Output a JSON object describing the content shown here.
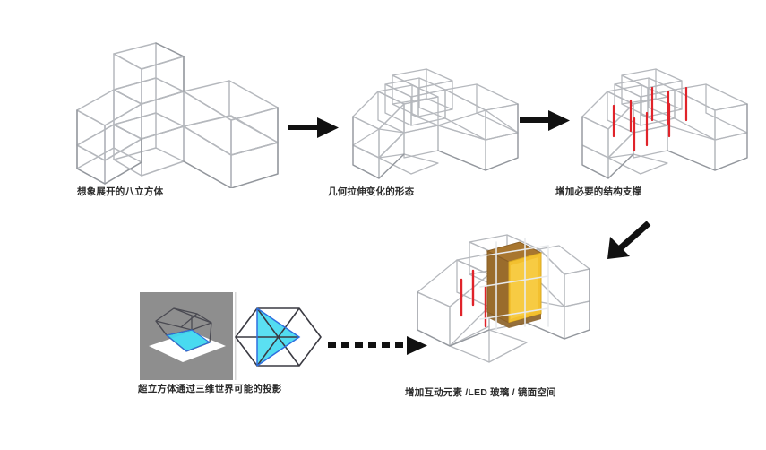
{
  "diagram": {
    "title_present": false,
    "background_color": "#ffffff",
    "steps": [
      {
        "id": "step-1",
        "caption": "想象展开的八立方体",
        "description": "unfolded-eight-cube-wireframe"
      },
      {
        "id": "step-2",
        "caption": "几何拉伸变化的形态",
        "description": "stretched-geometry-wireframe"
      },
      {
        "id": "step-3",
        "caption": "增加必要的结构支撑",
        "description": "wireframe-with-red-structural-columns"
      },
      {
        "id": "step-4",
        "caption": "增加互动元素 /LED 玻璃 / 镜面空间",
        "description": "wireframe-with-gold-led-glass-volume"
      }
    ],
    "inset": {
      "caption": "超立方体通过三维世界可能的投影",
      "left_image_label": "cube-shadow-projection",
      "right_image_label": "hexagonal-tesseract-projection"
    },
    "arrows": [
      {
        "id": "arrow-1",
        "type": "solid-right"
      },
      {
        "id": "arrow-2",
        "type": "solid-right"
      },
      {
        "id": "arrow-3",
        "type": "solid-diagonal-down-left"
      },
      {
        "id": "arrow-4",
        "type": "dashed-right"
      }
    ],
    "colors": {
      "wireframe": "#b9bcc0",
      "wireframe_dark": "#8d9197",
      "support_red": "#e0232a",
      "glass_gold": "#f3c02f",
      "glass_gold_dark": "#a8762f",
      "projection_cyan": "#3fd8ef",
      "inset_gray": "#8e8e8e",
      "arrow_black": "#111111",
      "caption_text": "#2b2b2b"
    }
  }
}
